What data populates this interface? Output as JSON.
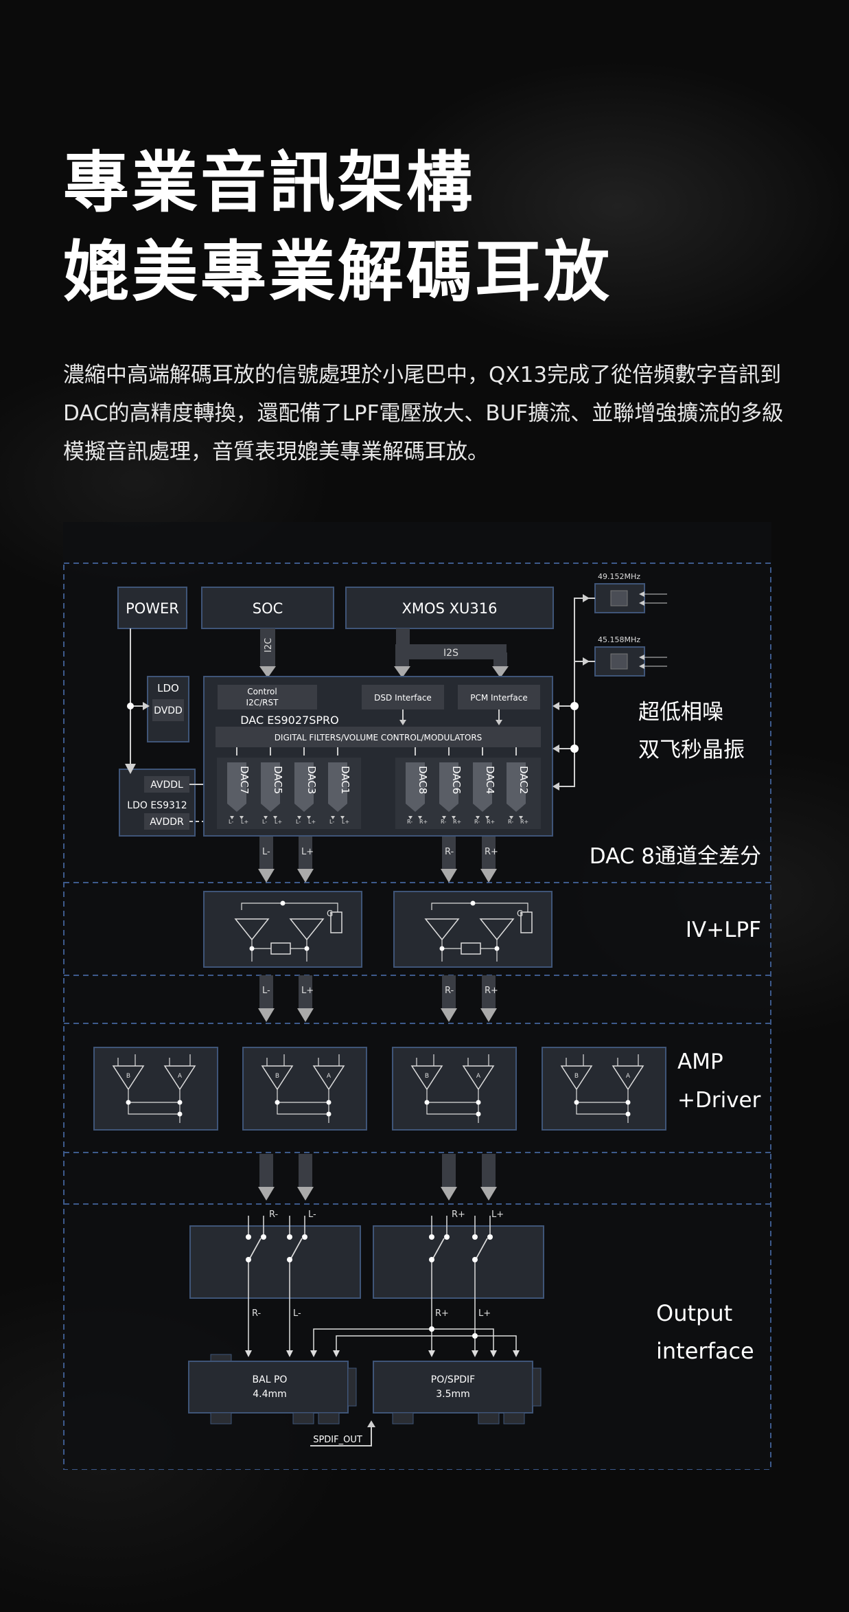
{
  "headline": {
    "line1": "專業音訊架構",
    "line2": "媲美專業解碼耳放"
  },
  "intro": "濃縮中高端解碼耳放的信號處理於小尾巴中，QX13完成了從倍頻數字音訊到DAC的高精度轉換，還配備了LPF電壓放大、BUF擴流、並聯增強擴流的多級模擬音訊處理，音質表現媲美專業解碼耳放。",
  "diagram": {
    "blocks": {
      "power": "POWER",
      "soc": "SOC",
      "xmos": "XMOS XU316",
      "i2c": "I2C",
      "i2s": "I2S",
      "ldo": "LDO",
      "dvdd": "DVDD",
      "avddl": "AVDDL",
      "ldo_es": "LDO ES9312",
      "avddr": "AVDDR",
      "control": "Control",
      "i2c_rst": "I2C/RST",
      "dsd": "DSD Interface",
      "pcm": "PCM Interface",
      "dac_chip": "DAC ES9027SPRO",
      "filters": "DIGITAL FILTERS/VOLUME CONTROL/MODULATORS",
      "osc1": "49.152MHz",
      "osc2": "45.158MHz",
      "dac_left": [
        "DAC7",
        "DAC5",
        "DAC3",
        "DAC1"
      ],
      "dac_right": [
        "DAC8",
        "DAC6",
        "DAC4",
        "DAC2"
      ],
      "bal": "BAL PO",
      "bal_size": "4.4mm",
      "spdif_port": "PO/SPDIF",
      "spdif_size": "3.5mm",
      "spdif_out": "SPDIF_OUT",
      "gain": "G",
      "amp_a": "A",
      "amp_b": "B"
    },
    "pins": {
      "lm": "L-",
      "lp": "L+",
      "rm": "R-",
      "rp": "R+"
    },
    "section_labels": {
      "clock_1": "超低相噪",
      "clock_2": "双飞秒晶振",
      "dac": "DAC 8通道全差分",
      "ivlpf": "IV+LPF",
      "amp_1": "AMP",
      "amp_2": "+Driver",
      "out_1": "Output",
      "out_2": "interface"
    }
  },
  "colors": {
    "background": "#0b0b0b",
    "dashed_border": "#3d5a8c",
    "block_border": "#3f5578",
    "block_fill": "#262a31",
    "text": "#ffffff"
  }
}
